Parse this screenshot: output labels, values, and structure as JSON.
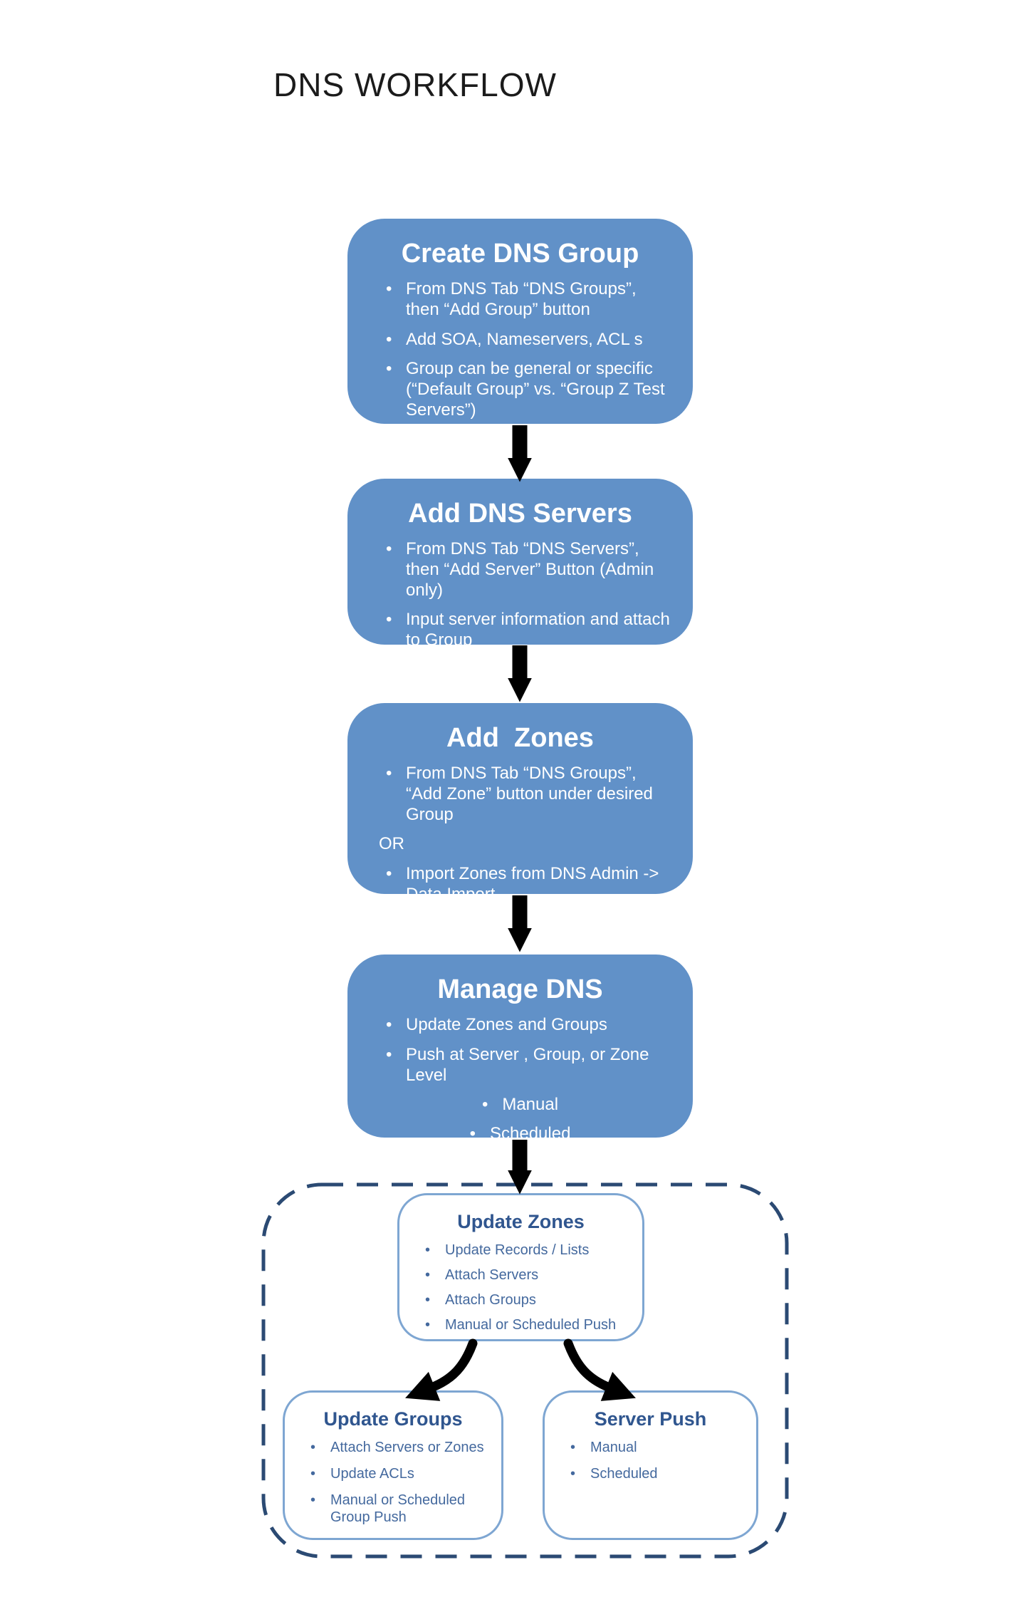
{
  "page": {
    "title": "DNS WORKFLOW"
  },
  "colors": {
    "flow_box_fill": "#6191C8",
    "flow_box_text": "#FFFFFF",
    "detail_box_border": "#7EA6D2",
    "detail_box_title": "#30568F",
    "detail_box_text": "#44699E",
    "dashed_container_border": "#2B4A73",
    "arrow": "#000000",
    "page_title_text": "#1B1B1B"
  },
  "flow_boxes": [
    {
      "title": "Create DNS Group",
      "bullets": [
        "From DNS Tab “DNS Groups”, then “Add Group” button",
        "Add SOA, Nameservers, ACL s",
        "Group can be general or specific (“Default Group” vs. “Group Z Test Servers”)"
      ]
    },
    {
      "title": "Add DNS Servers",
      "bullets": [
        "From DNS Tab “DNS Servers”, then “Add Server” Button (Admin only)",
        "Input server information and attach to Group"
      ]
    },
    {
      "title": "Add  Zones",
      "bullets": [
        "From DNS Tab “DNS Groups”, “Add Zone” button under desired Group",
        "Import Zones from DNS Admin -> Data Import"
      ],
      "connector_label": "OR"
    },
    {
      "title": "Manage DNS",
      "bullets": [
        "Update Zones and Groups",
        "Push at Server , Group, or Zone Level"
      ],
      "sub_bullets": [
        "Manual",
        "Scheduled"
      ]
    }
  ],
  "detail_boxes": [
    {
      "title": "Update Zones",
      "bullets": [
        "Update Records / Lists",
        "Attach Servers",
        "Attach Groups",
        "Manual or Scheduled Push"
      ]
    },
    {
      "title": "Update Groups",
      "bullets": [
        "Attach Servers or Zones",
        "Update ACLs",
        "Manual or Scheduled Group Push"
      ]
    },
    {
      "title": "Server Push",
      "bullets": [
        "Manual",
        "Scheduled"
      ]
    }
  ]
}
